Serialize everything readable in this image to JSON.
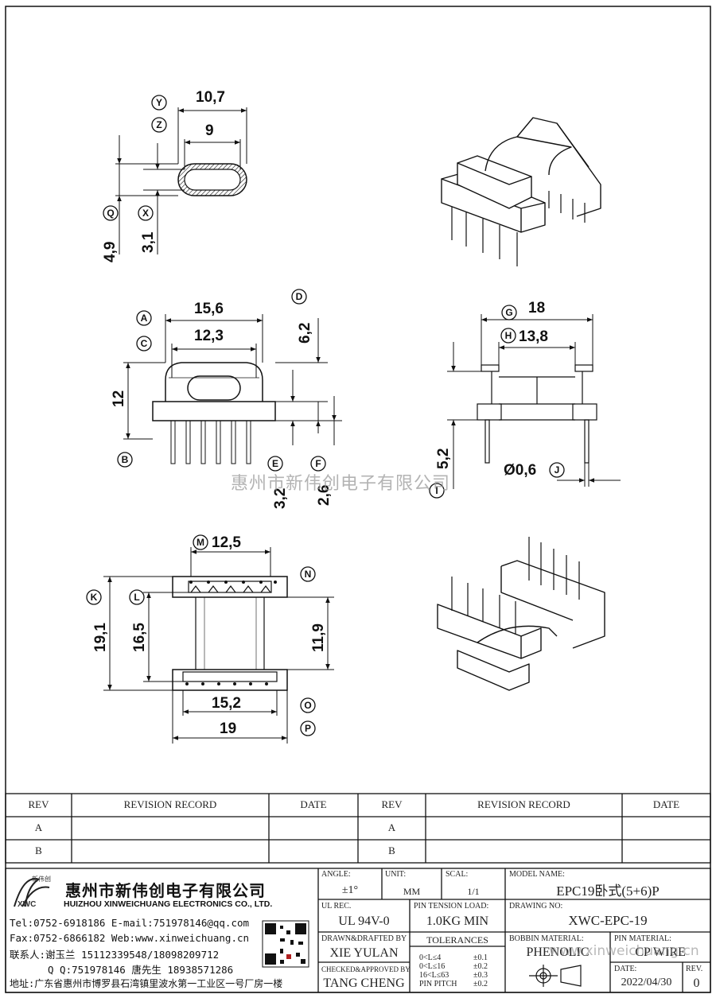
{
  "dims": {
    "top_width_outer": "10,7",
    "top_width_inner": "9",
    "top_height_outer": "4,9",
    "top_height_inner": "3,1",
    "front_width_outer": "15,6",
    "front_width_inner": "12,3",
    "front_height": "12",
    "front_top": "6,2",
    "front_pin_e": "3,2",
    "front_pin_f": "2,6",
    "side_width_outer": "18",
    "side_width_inner": "13,8",
    "side_pin_len": "5,2",
    "side_pin_dia": "Ø0,6",
    "bottom_pin_span": "12,5",
    "bottom_len_outer": "19,1",
    "bottom_len_inner": "16,5",
    "bottom_winding": "11,9",
    "bottom_width_inner": "15,2",
    "bottom_width_outer": "19"
  },
  "bubbles": {
    "Y": "Y",
    "Z": "Z",
    "Q": "Q",
    "X": "X",
    "A": "A",
    "C": "C",
    "B": "B",
    "D": "D",
    "E": "E",
    "F": "F",
    "G": "G",
    "H": "H",
    "I": "I",
    "J": "J",
    "M": "M",
    "K": "K",
    "L": "L",
    "N": "N",
    "O": "O",
    "P": "P"
  },
  "watermark": "惠州市新伟创电子有限公司",
  "watermark_url": "www.xinweichuang.cn",
  "revision": {
    "headers": [
      "REV",
      "REVISION RECORD",
      "DATE",
      "REV",
      "REVISION RECORD",
      "DATE"
    ],
    "rows": [
      [
        "A",
        "",
        "",
        "A",
        "",
        ""
      ],
      [
        "B",
        "",
        "",
        "B",
        "",
        ""
      ]
    ]
  },
  "company": {
    "logo_cn": "新伟创",
    "logo_en": "XWC",
    "name_cn": "惠州市新伟创电子有限公司",
    "name_en": "HUIZHOU XINWEICHUANG ELECTRONICS CO., LTD.",
    "tel": "Tel:0752-6918186 E-mail:751978146@qq.com",
    "fax": "Fax:0752-6866182 Web:www.xinweichuang.cn",
    "contact": "联系人:谢玉兰 15112339548/18098209712",
    "qq": "Q Q:751978146    唐先生 18938571286",
    "address": "地址:广东省惠州市博罗县石湾镇里波水第一工业区一号厂房一楼"
  },
  "title_block": {
    "angle_label": "ANGLE:",
    "angle_value": "±1°",
    "unit_label": "UNIT:",
    "unit_value": "MM",
    "scale_label": "SCAL:",
    "scale_value": "1/1",
    "model_label": "MODEL NAME:",
    "model_value": "EPC19卧式(5+6)P",
    "ul_label": "UL REC.",
    "ul_value": "UL 94V-0",
    "pin_tension_label": "PIN TENSION LOAD:",
    "pin_tension_value": "1.0KG MIN",
    "drawing_label": "DRAWING NO:",
    "drawing_value": "XWC-EPC-19",
    "drawn_label": "DRAWN&DRAFTED BY",
    "drawn_value": "XIE YULAN",
    "tolerances_label": "TOLERANCES",
    "tol_rows": [
      [
        "0<L≤4",
        "±0.1"
      ],
      [
        "0<L≤16",
        "±0.2"
      ],
      [
        "16<L≤63",
        "±0.3"
      ],
      [
        "PIN PITCH",
        "±0.2"
      ]
    ],
    "bobbin_label": "BOBBIN MATERIAL:",
    "bobbin_value": "PHENOLIC",
    "pin_mat_label": "PIN MATERIAL:",
    "pin_mat_value": "CP WIRE",
    "checked_label": "CHECKED&APPROVED BY",
    "checked_value": "TANG CHENG",
    "date_label": "DATE:",
    "date_value": "2022/04/30",
    "rev_label": "REV.",
    "rev_value": "0"
  }
}
